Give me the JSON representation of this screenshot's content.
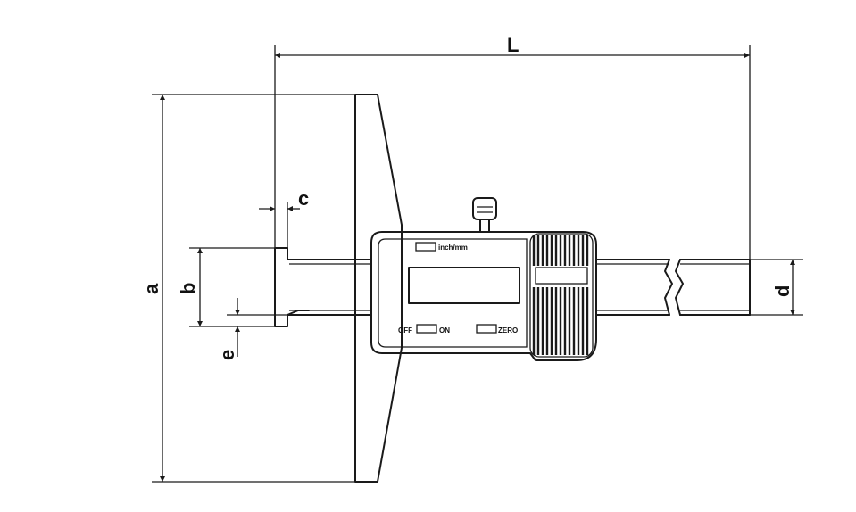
{
  "dimensions": {
    "L": "L",
    "a": "a",
    "b": "b",
    "c": "c",
    "d": "d",
    "e": "e"
  },
  "buttons": {
    "unit": "inch/mm",
    "off": "OFF",
    "on": "ON",
    "zero": "ZERO"
  }
}
